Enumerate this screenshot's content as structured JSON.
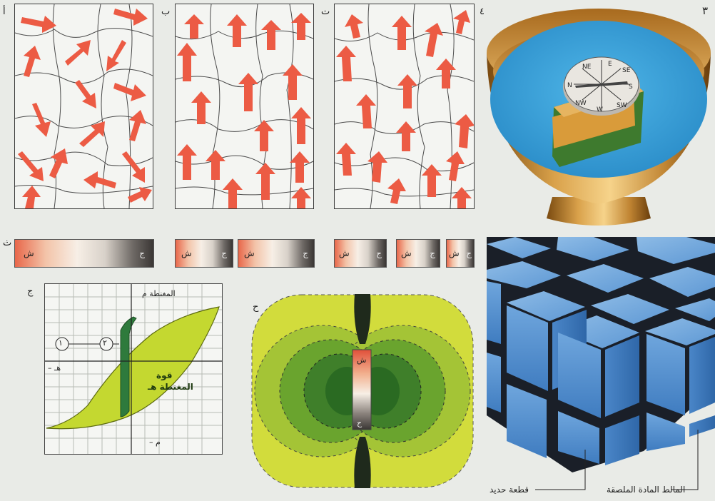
{
  "figure_number": "٣",
  "domains": {
    "panels": [
      {
        "label": "أ",
        "arrangement": "random"
      },
      {
        "label": "ب",
        "arrangement": "aligned"
      },
      {
        "label": "ت",
        "arrangement": "aligned"
      }
    ],
    "compass_label": "٤"
  },
  "compass": {
    "dirs": {
      "n": "N",
      "ne": "NE",
      "e": "E",
      "se": "SE",
      "s": "S",
      "sw": "SW",
      "w": "W",
      "nw": "NW"
    }
  },
  "magnets": {
    "label": "ث",
    "north": "ش",
    "south": "ج"
  },
  "hysteresis": {
    "label": "ج",
    "y_top": "المغنطة م",
    "y_bottom": "– م",
    "x_left": "– هـ",
    "x_label_1": "قوة",
    "x_label_2": "المغنطة هـ",
    "curve_1": "١",
    "curve_2": "٢"
  },
  "field": {
    "label": "ح",
    "north": "ش",
    "south": "ج"
  },
  "crystal": {
    "iron_piece": "قطعة حديد",
    "glue": "المالط المادة الملصقة"
  }
}
